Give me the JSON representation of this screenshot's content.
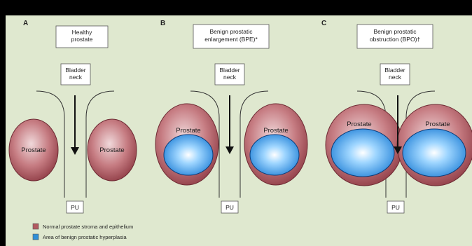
{
  "panels": [
    {
      "letter": "A",
      "title": [
        "Healthy",
        "prostate"
      ],
      "bladder": [
        "Bladder",
        "neck"
      ],
      "left_label": "Prostate",
      "right_label": "Prostate",
      "urethra": "PU"
    },
    {
      "letter": "B",
      "title": [
        "Benign prostatic",
        "enlargement (BPE)*"
      ],
      "bladder": [
        "Bladder",
        "neck"
      ],
      "left_label": "Prostate",
      "right_label": "Prostate",
      "urethra": "PU"
    },
    {
      "letter": "C",
      "title": [
        "Benign prostatic",
        "obstruction (BPO)†"
      ],
      "bladder": [
        "Bladder",
        "neck"
      ],
      "left_label": "Prostate",
      "right_label": "Prostate",
      "urethra": "PU"
    }
  ],
  "legend": [
    {
      "label": "Normal prostate stroma and epithelium",
      "color": "#b25a60"
    },
    {
      "label": "Area of benign prostatic hyperplasia",
      "color": "#2f8fd8"
    }
  ],
  "colors": {
    "background": "#dfe8cf",
    "prostate": "#b25a60",
    "hyperplasia": "#2f8fd8"
  }
}
